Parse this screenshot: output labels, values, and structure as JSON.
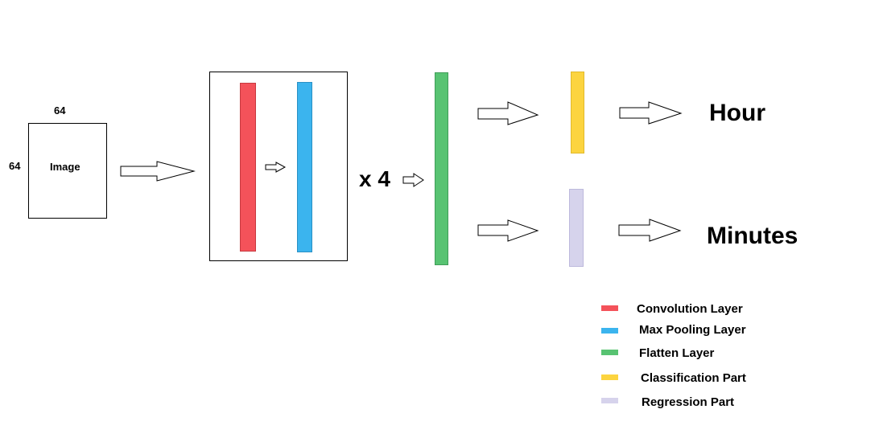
{
  "input": {
    "width_label": "64",
    "height_label": "64",
    "box_label": "Image"
  },
  "repeat": {
    "label": "x 4"
  },
  "outputs": {
    "hour": "Hour",
    "minutes": "Minutes"
  },
  "colors": {
    "convolution": "#f4525a",
    "max_pooling": "#3bb4ee",
    "flatten": "#58c372",
    "classification": "#fcd43f",
    "regression": "#d6d3ec",
    "stroke": "#000000"
  },
  "legend": {
    "items": [
      {
        "label": "Convolution Layer",
        "color": "#f4525a"
      },
      {
        "label": "Max Pooling Layer",
        "color": "#3bb4ee"
      },
      {
        "label": "Flatten Layer",
        "color": "#58c372"
      },
      {
        "label": "Classification Part",
        "color": "#fcd43f"
      },
      {
        "label": "Regression Part",
        "color": "#d6d3ec"
      }
    ]
  }
}
